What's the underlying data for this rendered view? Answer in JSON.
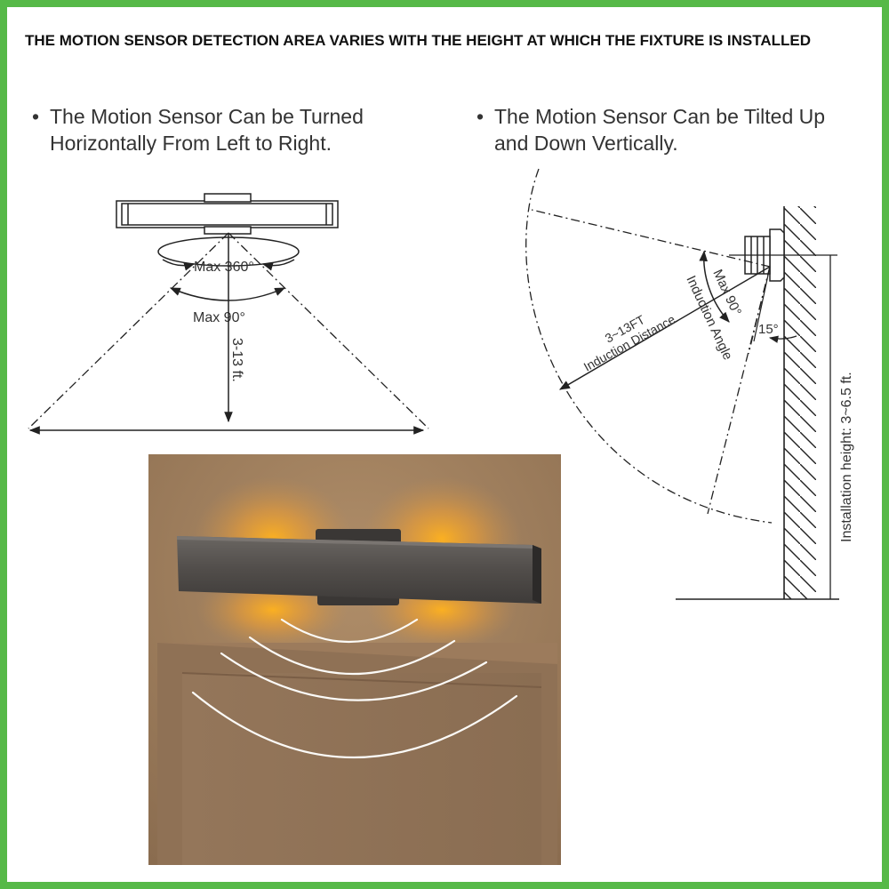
{
  "title": "THE MOTION SENSOR DETECTION AREA VARIES WITH THE HEIGHT AT WHICH THE FIXTURE IS INSTALLED",
  "bullets": {
    "left": {
      "marker": "•",
      "line1": "The Motion Sensor Can be Turned",
      "line2": "Horizontally From Left to Right."
    },
    "right": {
      "marker": "•",
      "line1": "The Motion Sensor Can be Tilted Up",
      "line2": "and Down Vertically."
    }
  },
  "top_view": {
    "rotation_label": "Max 360°",
    "angle_label": "Max 90°",
    "distance_label": "3-13 ft."
  },
  "side_view": {
    "induction_angle_line1": "Max 90°",
    "induction_angle_line2": "Induction Angle",
    "tilt_label": "15°",
    "distance_line1": "3~13FT",
    "distance_line2": "Induction Distance",
    "height_label": "Installation height: 3~6.5 ft."
  },
  "colors": {
    "border": "#56b948",
    "line": "#222222",
    "wall": "#a98766",
    "glow": "#ffb21e",
    "fixture": "#4e4b48"
  }
}
